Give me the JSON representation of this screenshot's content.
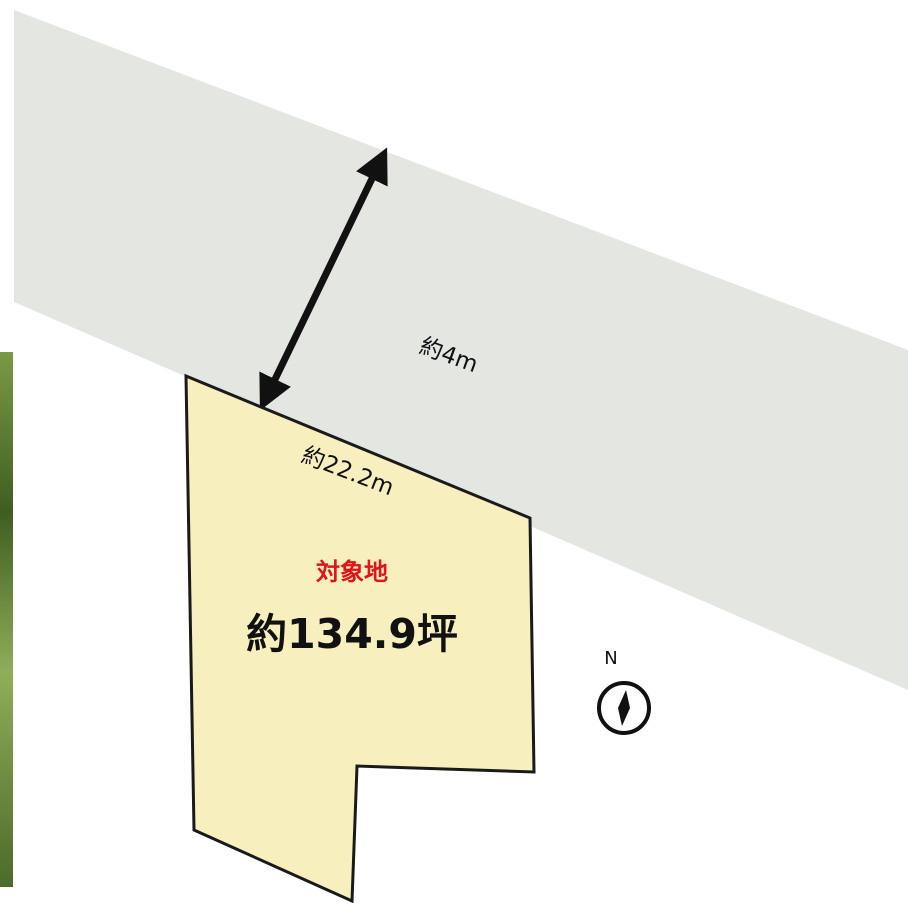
{
  "road": {
    "width_label": "約4m"
  },
  "lot": {
    "frontage_label": "約22.2m",
    "title": "対象地",
    "area_label": "約134.9坪"
  },
  "compass": {
    "north_label": "N"
  },
  "colors": {
    "road_fill": "#e3e6e1",
    "lot_fill": "#f7efbd",
    "lot_stroke": "#1a1a1a",
    "title_red": "#e0141a",
    "text_dark": "#111111",
    "vegetation": "#5d7d2c"
  }
}
